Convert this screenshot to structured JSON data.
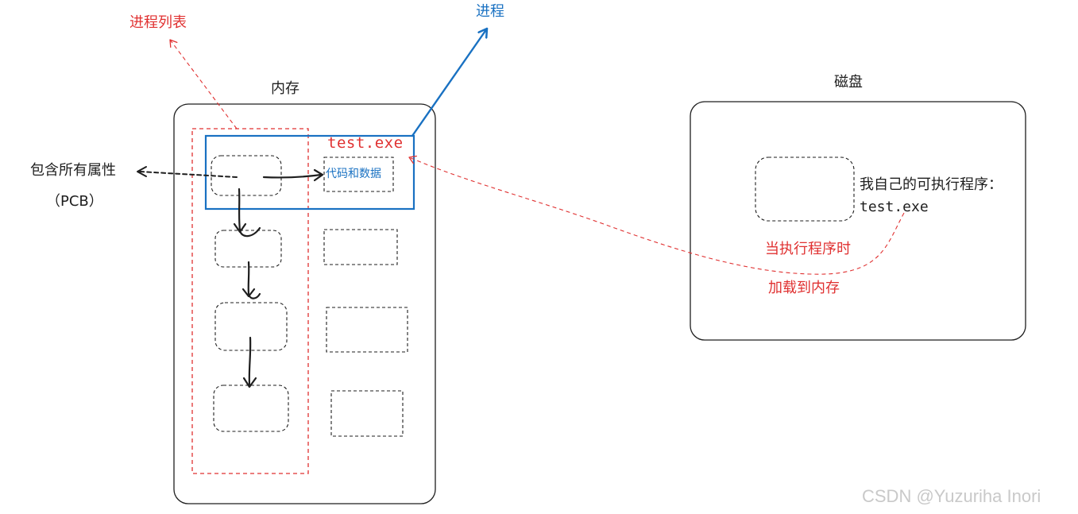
{
  "labels": {
    "process_list": "进程列表",
    "process": "进程",
    "memory": "内存",
    "disk": "磁盘",
    "exe_in_memory": "test.exe",
    "contains_all_attributes": "包含所有属性",
    "pcb": "（PCB）",
    "code_and_data": "代码和数据",
    "my_program": "我自己的可执行程序：",
    "exe_on_disk": "test.exe",
    "when_executing": "当执行程序时",
    "load_to_memory": "加载到内存"
  },
  "watermark": "CSDN @Yuzuriha  Inori",
  "colors": {
    "stroke_black": "#1e1e1e",
    "annotation_red": "#e03131",
    "process_blue": "#1971c2",
    "watermark_gray": "#c9c9c9"
  }
}
